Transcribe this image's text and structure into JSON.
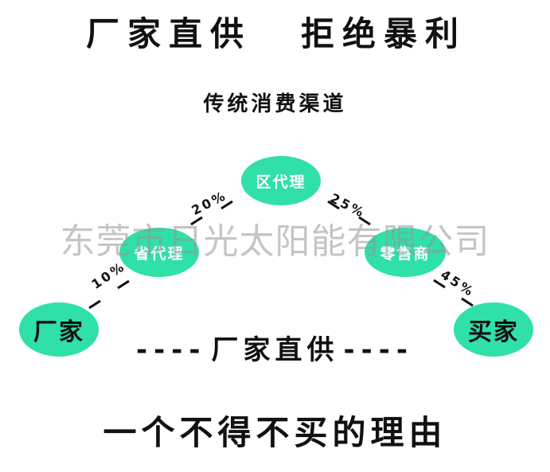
{
  "header": {
    "left_title": "厂家直供",
    "right_title": "拒绝暴利"
  },
  "subtitle": "传统消费渠道",
  "nodes": {
    "factory": "厂家",
    "province_agent": "省代理",
    "district_agent": "区代理",
    "retailer": "零售商",
    "buyer": "买家"
  },
  "markups": {
    "factory_to_province": "10%",
    "province_to_district": "20%",
    "district_to_retailer": "25%",
    "retailer_to_buyer": "45%"
  },
  "watermark": "东莞市日光太阳能有限公司",
  "direct_supply": {
    "dashes_left": "----",
    "label": "厂家直供",
    "dashes_right": "----"
  },
  "footer": "一个不得不买的理由",
  "colors": {
    "node_fill": "#2fe0a8",
    "text": "#111111",
    "mid_node_text": "#ffffff"
  }
}
